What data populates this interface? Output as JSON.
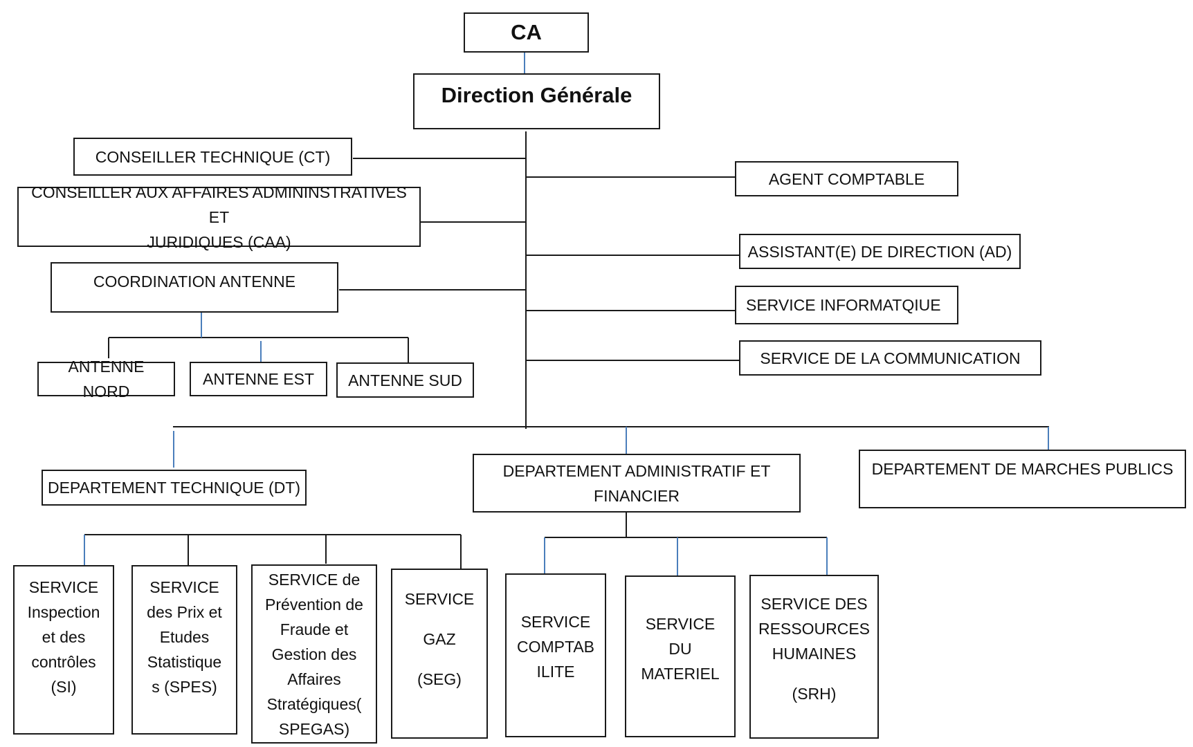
{
  "board": {
    "label": "CA"
  },
  "direction": {
    "label": "Direction Générale"
  },
  "left_staff": {
    "ct": "CONSEILLER TECHNIQUE (CT)",
    "caa": [
      "CONSEILLER AUX AFFAIRES ADMININSTRATIVES ET",
      "JURIDIQUES (CAA)"
    ],
    "coordination": "COORDINATION ANTENNE"
  },
  "antennes": [
    "ANTENNE NORD",
    "ANTENNE EST",
    "ANTENNE SUD"
  ],
  "right_staff": {
    "agent": "AGENT COMPTABLE",
    "assistant": "ASSISTANT(E) DE DIRECTION (AD)",
    "informatique": "SERVICE  INFORMATQIUE",
    "communication": "SERVICE  DE LA COMMUNICATION"
  },
  "departements": {
    "technique": "DEPARTEMENT TECHNIQUE (DT)",
    "admin": [
      "DEPARTEMENT ADMINISTRATIF ET",
      "FINANCIER"
    ],
    "marches": "DEPARTEMENT DE MARCHES PUBLICS"
  },
  "services_dt": {
    "si": [
      "SERVICE",
      "Inspection",
      "et des",
      "contrôles",
      "(SI)"
    ],
    "spes": [
      "SERVICE",
      "des Prix et",
      "Etudes",
      "Statistique",
      "s (SPES)"
    ],
    "spegas": [
      "SERVICE de",
      "Prévention de",
      "Fraude et",
      "Gestion des",
      "Affaires",
      "Stratégiques(",
      "SPEGAS)"
    ],
    "seg": [
      "SERVICE",
      "GAZ",
      "(SEG)"
    ]
  },
  "services_daf": {
    "comptabilite": [
      "SERVICE",
      "COMPTAB",
      "ILITE"
    ],
    "materiel": [
      "SERVICE",
      "DU",
      "MATERIEL"
    ],
    "srh": [
      "SERVICE DES",
      "RESSOURCES",
      "HUMAINES",
      "(SRH)"
    ]
  },
  "colors": {
    "border": "#1a1a1a",
    "connector": "#1a1a1a",
    "accent_connector": "#4a7ebb"
  }
}
